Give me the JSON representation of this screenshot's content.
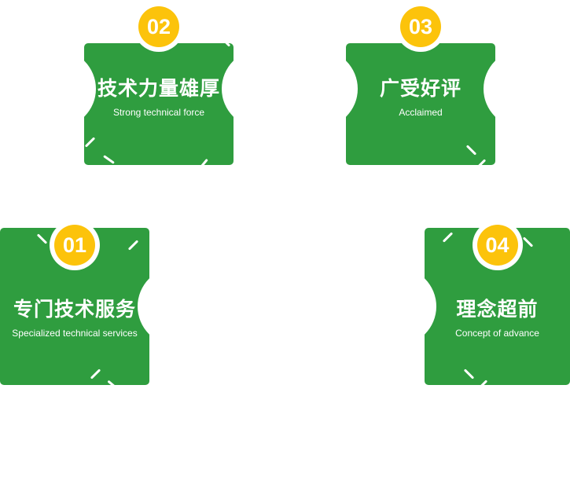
{
  "colors": {
    "card_green": "#2f9d3f",
    "badge_yellow": "#fcc30b",
    "text_white": "#ffffff"
  },
  "features": [
    {
      "number": "01",
      "title": "专门技术服务",
      "subtitle": "Specialized technical services"
    },
    {
      "number": "02",
      "title": "技术力量雄厚",
      "subtitle": "Strong technical force"
    },
    {
      "number": "03",
      "title": "广受好评",
      "subtitle": "Acclaimed"
    },
    {
      "number": "04",
      "title": "理念超前",
      "subtitle": "Concept of advance"
    }
  ]
}
